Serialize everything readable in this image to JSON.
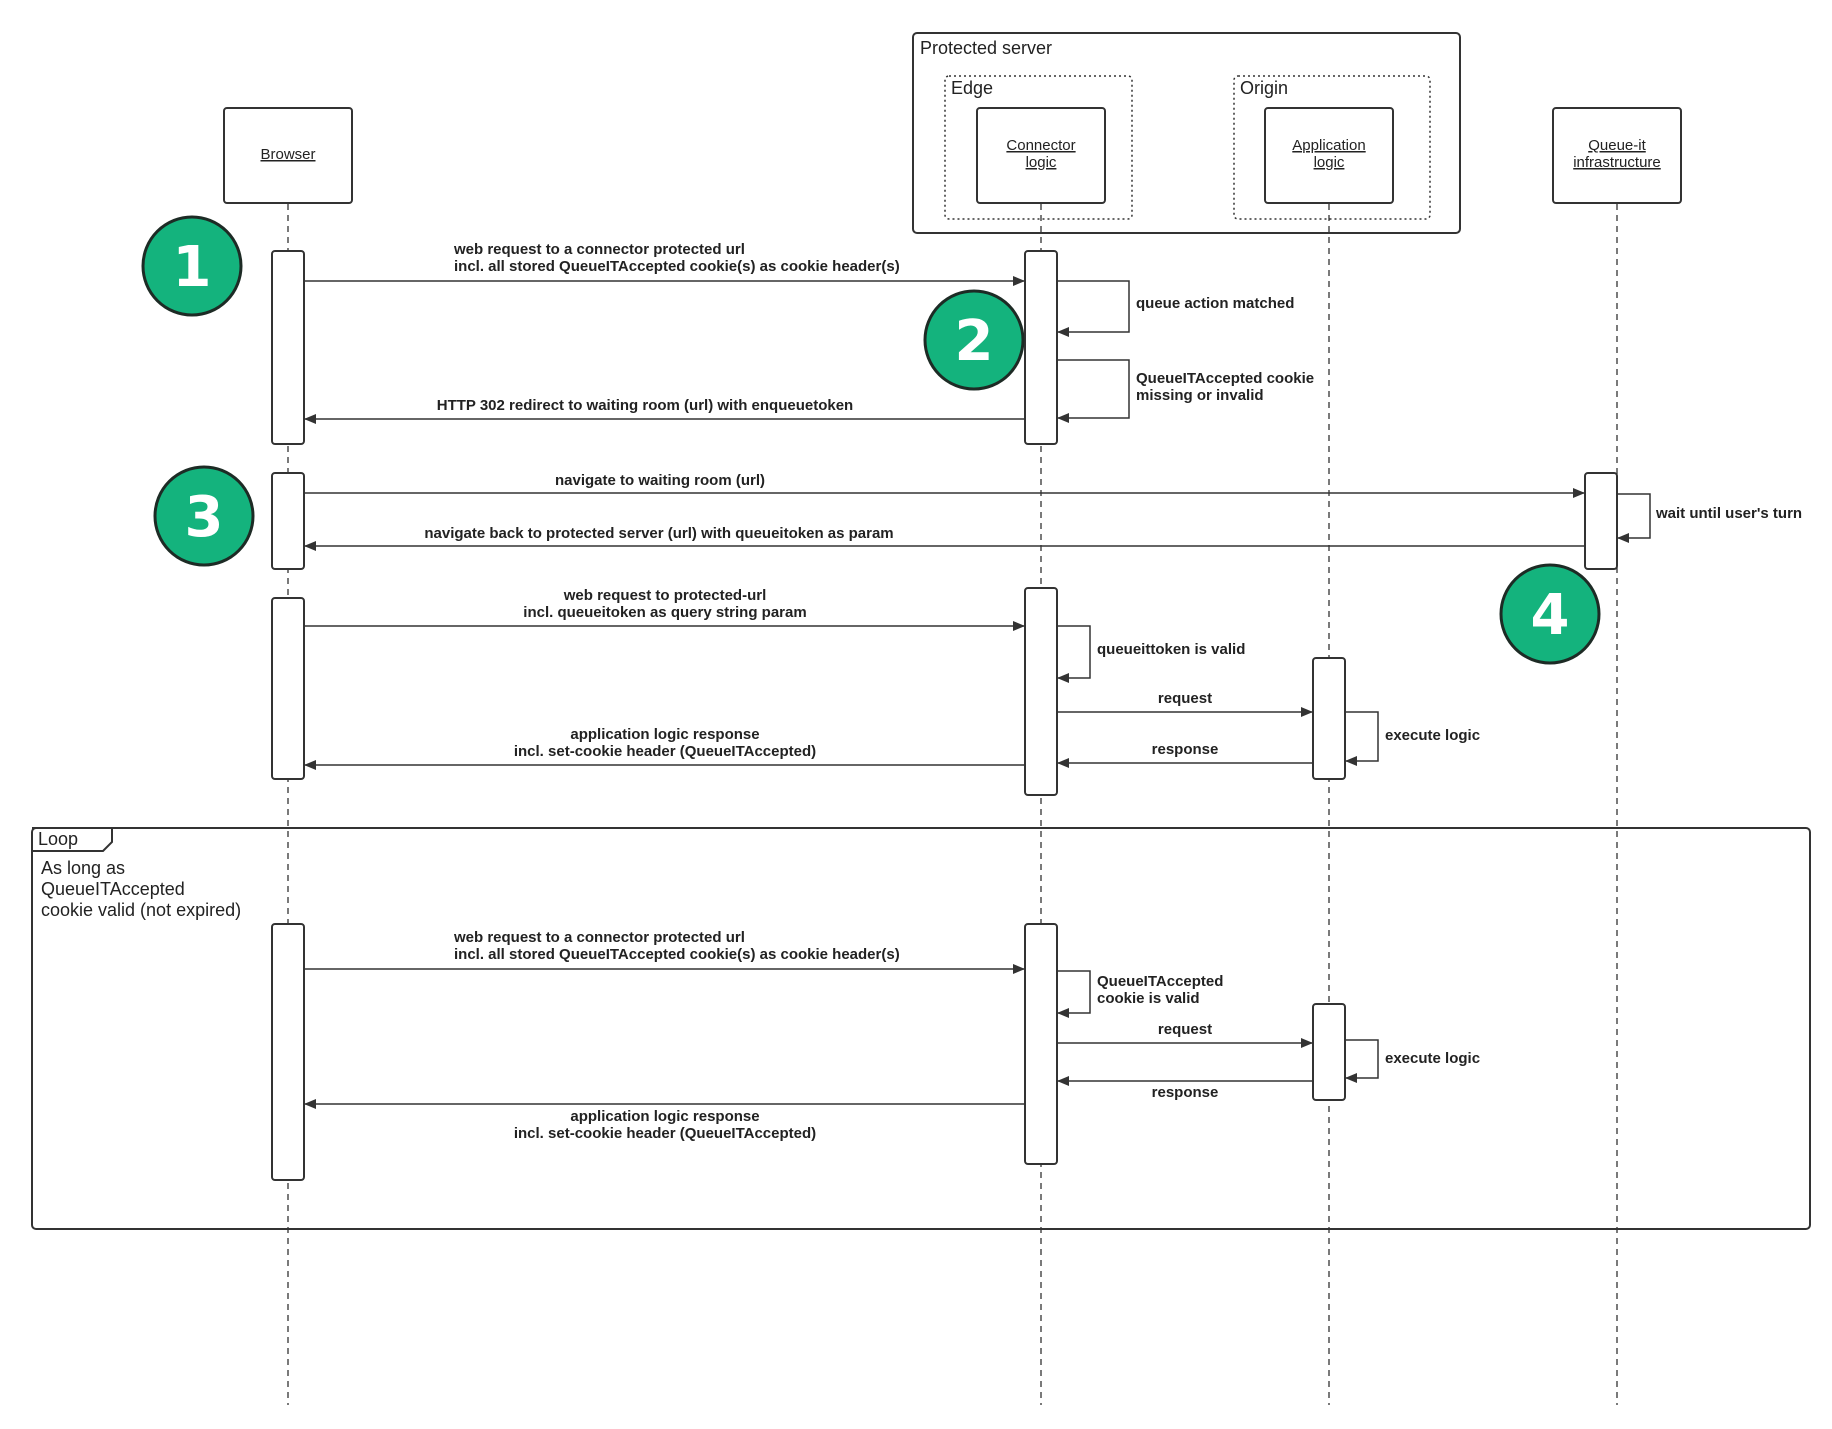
{
  "participants": [
    {
      "id": "browser",
      "label_lines": [
        "Browser"
      ]
    },
    {
      "id": "connector",
      "label_lines": [
        "Connector",
        "logic"
      ]
    },
    {
      "id": "app",
      "label_lines": [
        "Application",
        "logic"
      ]
    },
    {
      "id": "queueit",
      "label_lines": [
        "Queue-it",
        "infrastructure"
      ]
    }
  ],
  "groups": {
    "protected_server": "Protected server",
    "edge": "Edge",
    "origin": "Origin"
  },
  "badges": [
    "1",
    "2",
    "3",
    "4"
  ],
  "loop": {
    "tag": "Loop",
    "condition_lines": [
      "As long as",
      "QueueITAccepted",
      "cookie valid (not expired)"
    ]
  },
  "messages": [
    {
      "id": "m1",
      "from": "browser",
      "to": "connector",
      "lines": [
        "web request to a connector protected url",
        "incl. all stored QueueITAccepted cookie(s) as cookie header(s)"
      ]
    },
    {
      "id": "m2",
      "from": "connector",
      "to": "connector",
      "lines": [
        "queue action matched"
      ]
    },
    {
      "id": "m3",
      "from": "connector",
      "to": "connector",
      "lines": [
        "QueueITAccepted cookie",
        "missing or invalid"
      ]
    },
    {
      "id": "m4",
      "from": "connector",
      "to": "browser",
      "lines": [
        "HTTP 302 redirect to waiting room (url) with enqueuetoken"
      ]
    },
    {
      "id": "m5",
      "from": "browser",
      "to": "queueit",
      "lines": [
        "navigate to waiting room (url)"
      ]
    },
    {
      "id": "m6",
      "from": "queueit",
      "to": "queueit",
      "lines": [
        "wait until user's turn"
      ]
    },
    {
      "id": "m7",
      "from": "queueit",
      "to": "browser",
      "lines": [
        "navigate back to protected server (url) with queueitoken as param"
      ]
    },
    {
      "id": "m8",
      "from": "browser",
      "to": "connector",
      "lines": [
        "web request to protected-url",
        "incl. queueitoken as query string param"
      ]
    },
    {
      "id": "m9",
      "from": "connector",
      "to": "connector",
      "lines": [
        "queueittoken is valid"
      ]
    },
    {
      "id": "m10",
      "from": "connector",
      "to": "app",
      "lines": [
        "request"
      ]
    },
    {
      "id": "m11",
      "from": "app",
      "to": "app",
      "lines": [
        "execute logic"
      ]
    },
    {
      "id": "m12",
      "from": "app",
      "to": "connector",
      "lines": [
        "response"
      ]
    },
    {
      "id": "m13",
      "from": "connector",
      "to": "browser",
      "lines": [
        "application logic response",
        "incl. set-cookie header (QueueITAccepted)"
      ]
    },
    {
      "id": "m14",
      "from": "browser",
      "to": "connector",
      "lines": [
        "web request to a connector protected url",
        "incl. all stored QueueITAccepted cookie(s) as cookie header(s)"
      ]
    },
    {
      "id": "m15",
      "from": "connector",
      "to": "connector",
      "lines": [
        "QueueITAccepted",
        "cookie is valid"
      ]
    },
    {
      "id": "m16",
      "from": "connector",
      "to": "app",
      "lines": [
        "request"
      ]
    },
    {
      "id": "m17",
      "from": "app",
      "to": "app",
      "lines": [
        "execute logic"
      ]
    },
    {
      "id": "m18",
      "from": "app",
      "to": "connector",
      "lines": [
        "response"
      ]
    },
    {
      "id": "m19",
      "from": "connector",
      "to": "browser",
      "lines": [
        "application logic response",
        "incl. set-cookie header (QueueITAccepted)"
      ]
    }
  ],
  "colors": {
    "line": "#333333",
    "badge_fill": "#14b37d",
    "badge_stroke": "#1d2b25",
    "box_stroke": "#333333"
  }
}
